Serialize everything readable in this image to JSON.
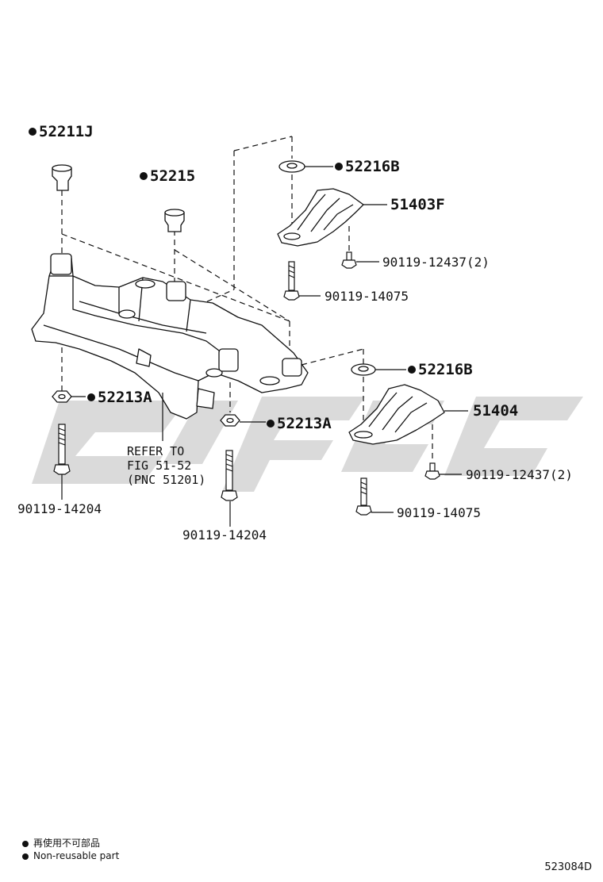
{
  "callouts": {
    "p52211J": "52211J",
    "p52215": "52215",
    "p52216B_top": "52216B",
    "p51403F": "51403F",
    "p90119_12437_top": "90119-12437(2)",
    "p90119_14075_top": "90119-14075",
    "p52216B_right": "52216B",
    "p51404": "51404",
    "p90119_12437_right": "90119-12437(2)",
    "p90119_14075_right": "90119-14075",
    "p52213A_left": "52213A",
    "p52213A_mid": "52213A",
    "p90119_14204_left": "90119-14204",
    "p90119_14204_mid": "90119-14204"
  },
  "reference_note": [
    "REFER TO",
    "FIG 51-52",
    "(PNC 51201)"
  ],
  "legend": {
    "japanese": "再使用不可部品",
    "english": "Non-reusable part"
  },
  "figure_number": "523084D",
  "colors": {
    "ink": "#111111",
    "watermark": "#d4d4d4"
  }
}
